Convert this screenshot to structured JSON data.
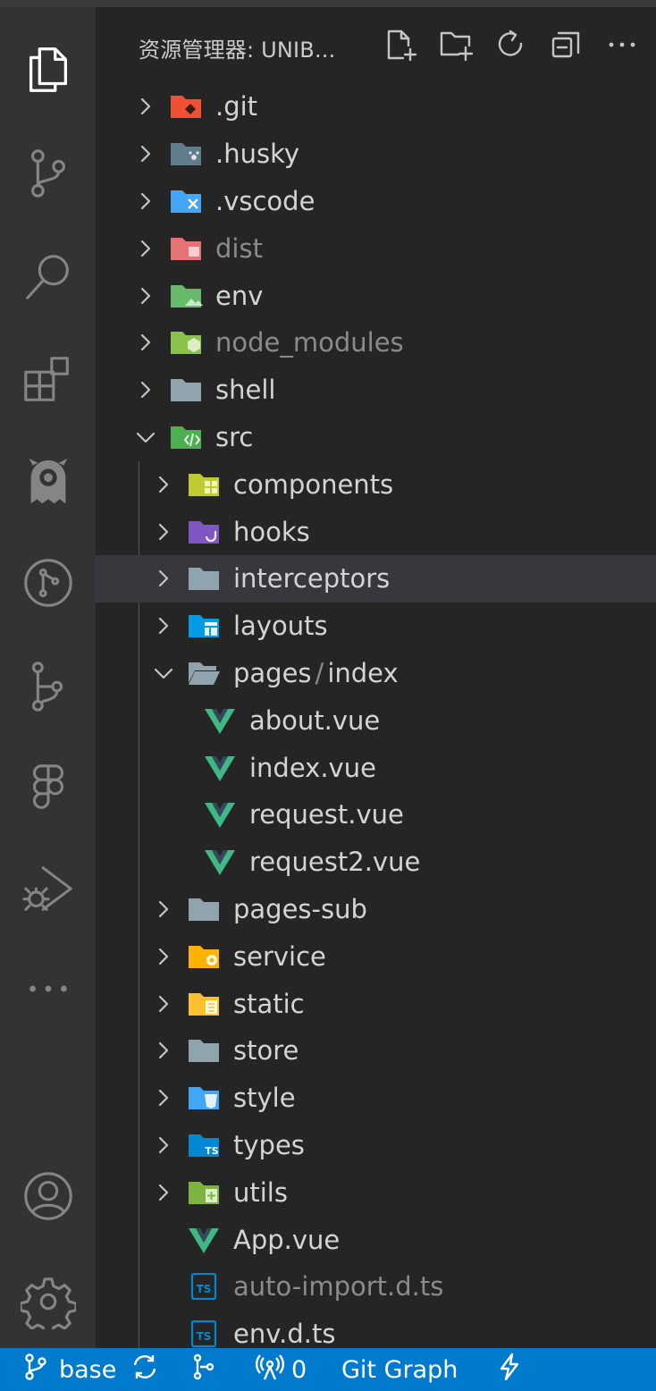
{
  "explorer": {
    "title": "资源管理器: UNIB...",
    "actions": [
      {
        "name": "new-file-button",
        "icon": "new-file-icon"
      },
      {
        "name": "new-folder-button",
        "icon": "new-folder-icon"
      },
      {
        "name": "refresh-button",
        "icon": "refresh-icon"
      },
      {
        "name": "collapse-all-button",
        "icon": "collapse-all-icon"
      },
      {
        "name": "more-actions-button",
        "icon": "ellipsis-icon"
      }
    ]
  },
  "activity_bar": [
    "explorer-icon",
    "source-control-icon",
    "search-icon",
    "extensions-icon",
    "ghost-extension-icon",
    "git-graph-icon",
    "gitlens-icon",
    "figma-icon",
    "run-debug-icon",
    "more-icon",
    "account-icon",
    "settings-gear-icon"
  ],
  "tree": [
    {
      "label": ".git",
      "depth": 0,
      "state": "collapsed",
      "icon": "git-folder-icon",
      "color": "#f05133",
      "dim": false
    },
    {
      "label": ".husky",
      "depth": 0,
      "state": "collapsed",
      "icon": "husky-folder-icon",
      "color": "#607d8b",
      "dim": false
    },
    {
      "label": ".vscode",
      "depth": 0,
      "state": "collapsed",
      "icon": "vscode-folder-icon",
      "color": "#42a5f5",
      "dim": false
    },
    {
      "label": "dist",
      "depth": 0,
      "state": "collapsed",
      "icon": "dist-folder-icon",
      "color": "#e57373",
      "dim": true
    },
    {
      "label": "env",
      "depth": 0,
      "state": "collapsed",
      "icon": "env-folder-icon",
      "color": "#66bb6a",
      "dim": false
    },
    {
      "label": "node_modules",
      "depth": 0,
      "state": "collapsed",
      "icon": "node-folder-icon",
      "color": "#8bc34a",
      "dim": true
    },
    {
      "label": "shell",
      "depth": 0,
      "state": "collapsed",
      "icon": "folder-icon",
      "color": "#90a4ae",
      "dim": false
    },
    {
      "label": "src",
      "depth": 0,
      "state": "expanded",
      "icon": "src-folder-icon",
      "color": "#4caf50",
      "dim": false
    },
    {
      "label": "components",
      "depth": 1,
      "state": "collapsed",
      "icon": "components-folder-icon",
      "color": "#c0ca33",
      "dim": false
    },
    {
      "label": "hooks",
      "depth": 1,
      "state": "collapsed",
      "icon": "hooks-folder-icon",
      "color": "#7e57c2",
      "dim": false
    },
    {
      "label": "interceptors",
      "depth": 1,
      "state": "collapsed",
      "icon": "folder-icon",
      "color": "#90a4ae",
      "dim": false,
      "hover": true
    },
    {
      "label": "layouts",
      "depth": 1,
      "state": "collapsed",
      "icon": "layouts-folder-icon",
      "color": "#039be5",
      "dim": false
    },
    {
      "label": "pages",
      "label2": "index",
      "depth": 1,
      "state": "expanded",
      "icon": "open-folder-icon",
      "color": "#90a4ae",
      "dim": false
    },
    {
      "label": "about.vue",
      "depth": 2,
      "state": "file",
      "icon": "vue-icon",
      "color": "#41b883",
      "dim": false
    },
    {
      "label": "index.vue",
      "depth": 2,
      "state": "file",
      "icon": "vue-icon",
      "color": "#41b883",
      "dim": false
    },
    {
      "label": "request.vue",
      "depth": 2,
      "state": "file",
      "icon": "vue-icon",
      "color": "#41b883",
      "dim": false
    },
    {
      "label": "request2.vue",
      "depth": 2,
      "state": "file",
      "icon": "vue-icon",
      "color": "#41b883",
      "dim": false
    },
    {
      "label": "pages-sub",
      "depth": 1,
      "state": "collapsed",
      "icon": "folder-icon",
      "color": "#90a4ae",
      "dim": false
    },
    {
      "label": "service",
      "depth": 1,
      "state": "collapsed",
      "icon": "service-folder-icon",
      "color": "#ffb300",
      "dim": false
    },
    {
      "label": "static",
      "depth": 1,
      "state": "collapsed",
      "icon": "static-folder-icon",
      "color": "#fbc02d",
      "dim": false
    },
    {
      "label": "store",
      "depth": 1,
      "state": "collapsed",
      "icon": "folder-icon",
      "color": "#90a4ae",
      "dim": false
    },
    {
      "label": "style",
      "depth": 1,
      "state": "collapsed",
      "icon": "style-folder-icon",
      "color": "#42a5f5",
      "dim": false
    },
    {
      "label": "types",
      "depth": 1,
      "state": "collapsed",
      "icon": "types-folder-icon",
      "color": "#0288d1",
      "dim": false
    },
    {
      "label": "utils",
      "depth": 1,
      "state": "collapsed",
      "icon": "utils-folder-icon",
      "color": "#7cb342",
      "dim": false
    },
    {
      "label": "App.vue",
      "depth": 1,
      "state": "file",
      "icon": "vue-icon",
      "color": "#41b883",
      "dim": false
    },
    {
      "label": "auto-import.d.ts",
      "depth": 1,
      "state": "file",
      "icon": "typescript-def-icon",
      "color": "#0288d1",
      "dim": true
    },
    {
      "label": "env.d.ts",
      "depth": 1,
      "state": "file",
      "icon": "typescript-def-icon",
      "color": "#0288d1",
      "dim": false
    }
  ],
  "status_bar": {
    "branch": "base",
    "sync_icon": "sync-icon",
    "gitlens_icon": "gitlens-icon",
    "ports_count": "0",
    "git_graph": "Git Graph",
    "bolt_icon": "lightning-icon",
    "background_color": "#007acc"
  }
}
